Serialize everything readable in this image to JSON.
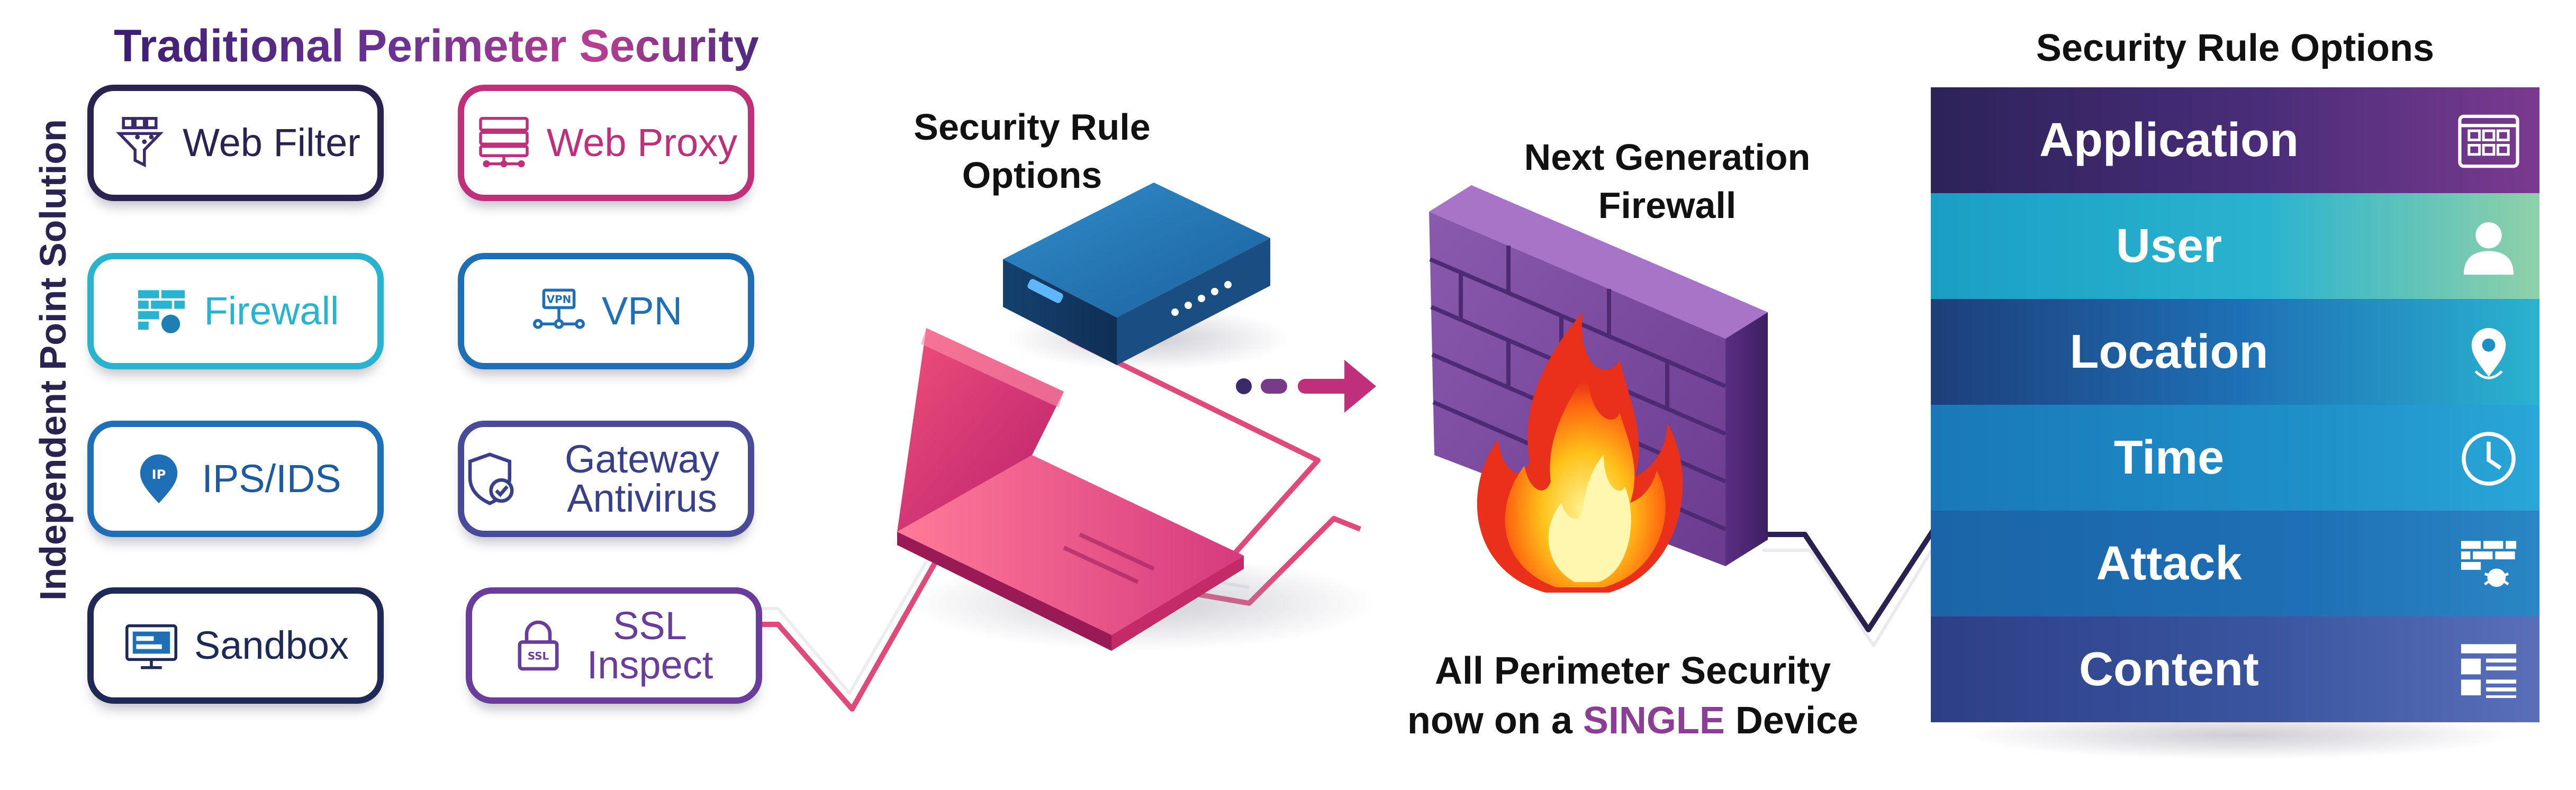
{
  "left_panel": {
    "title": "Traditional Perimeter Security",
    "vertical_label": "Independent Point Solution",
    "cards": [
      {
        "label": "Web Filter",
        "icon": "web-filter-icon"
      },
      {
        "label": "Web Proxy",
        "icon": "web-proxy-icon"
      },
      {
        "label": "Firewall",
        "icon": "firewall-brick-icon"
      },
      {
        "label": "VPN",
        "icon": "vpn-icon"
      },
      {
        "label": "IPS/IDS",
        "icon": "ip-pin-icon"
      },
      {
        "label": "Gateway Antivirus",
        "icon": "shield-check-icon"
      },
      {
        "label": "Sandbox",
        "icon": "sandbox-monitor-icon"
      },
      {
        "label": "SSL Inspect",
        "icon": "ssl-lock-icon"
      }
    ]
  },
  "middle": {
    "router_label": "Security Rule Options",
    "ngfw_label": "Next Generation Firewall",
    "caption_line1": "All Perimeter Security",
    "caption_line2_pre": "now on a ",
    "caption_line2_accent": "SINGLE",
    "caption_line2_post": " Device"
  },
  "right_panel": {
    "title": "Security Rule Options",
    "rules": [
      {
        "label": "Application",
        "icon": "app-grid-icon"
      },
      {
        "label": "User",
        "icon": "user-icon"
      },
      {
        "label": "Location",
        "icon": "location-pin-icon"
      },
      {
        "label": "Time",
        "icon": "clock-icon"
      },
      {
        "label": "Attack",
        "icon": "brick-bug-icon"
      },
      {
        "label": "Content",
        "icon": "content-layout-icon"
      }
    ]
  },
  "colors": {
    "dark_navy": "#2a2350",
    "magenta": "#c0307a",
    "teal": "#2ab3cf",
    "blue": "#1e6fb5",
    "purple": "#6a3d9a",
    "wall_purple": "#7a4b9e"
  }
}
